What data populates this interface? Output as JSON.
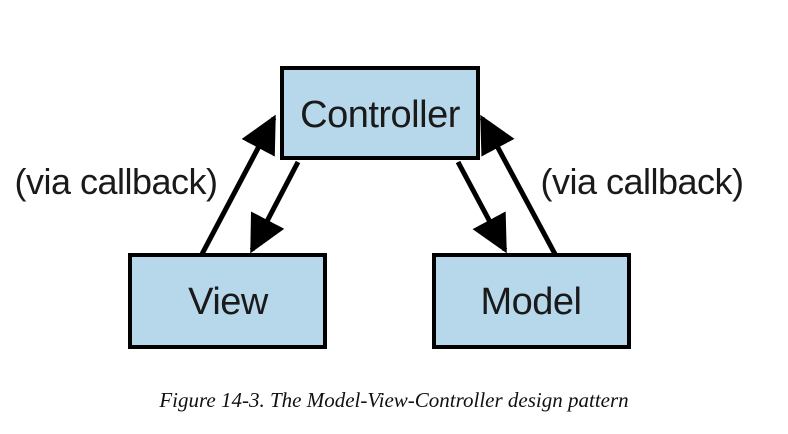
{
  "diagram": {
    "nodes": [
      {
        "id": "controller",
        "label": "Controller"
      },
      {
        "id": "view",
        "label": "View"
      },
      {
        "id": "model",
        "label": "Model"
      }
    ],
    "edge_labels": {
      "left": "(via callback)",
      "right": "(via callback)"
    },
    "caption": "Figure 14-3. The Model-View-Controller design pattern",
    "colors": {
      "box_fill": "#b7d7ea",
      "box_stroke": "#000000",
      "arrow": "#000000"
    }
  }
}
